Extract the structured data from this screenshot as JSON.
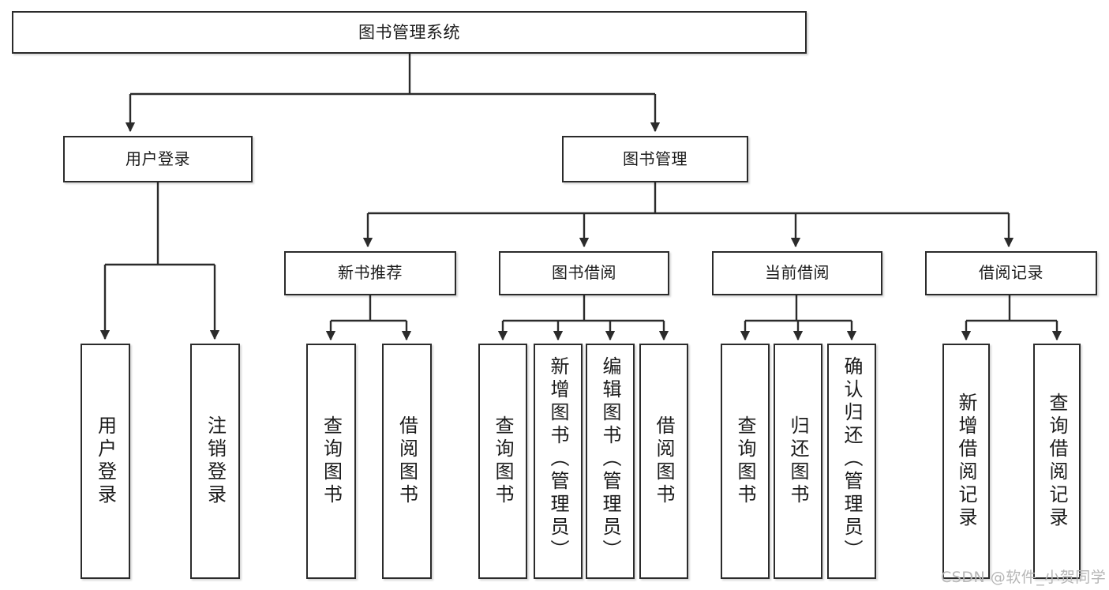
{
  "diagram": {
    "title": "图书管理系统",
    "type": "function-structure-tree",
    "line_color": "#2b2b2b",
    "box_fill": "#ffffff",
    "text_color": "#1b1b1b",
    "watermark": "CSDN @软件_小贺同学"
  },
  "nodes": {
    "root": {
      "label": "图书管理系统"
    },
    "level2": [
      {
        "id": "user-login",
        "label": "用户登录"
      },
      {
        "id": "book-manage",
        "label": "图书管理"
      }
    ],
    "level3": [
      {
        "id": "new-book-rec",
        "label": "新书推荐"
      },
      {
        "id": "book-borrow",
        "label": "图书借阅"
      },
      {
        "id": "current-borrow",
        "label": "当前借阅"
      },
      {
        "id": "borrow-record",
        "label": "借阅记录"
      }
    ],
    "leaves": {
      "user_login": [
        {
          "id": "leaf-user-login",
          "label": "用户登录"
        },
        {
          "id": "leaf-logout-login",
          "label": "注销登录"
        }
      ],
      "new_book_rec": [
        {
          "id": "leaf-query-book-1",
          "label": "查询图书"
        },
        {
          "id": "leaf-borrow-book-1",
          "label": "借阅图书"
        }
      ],
      "book_borrow": [
        {
          "id": "leaf-query-book-2",
          "label": "查询图书"
        },
        {
          "id": "leaf-add-book",
          "label": "新增图书（管理员）"
        },
        {
          "id": "leaf-edit-book",
          "label": "编辑图书（管理员）"
        },
        {
          "id": "leaf-borrow-book-2",
          "label": "借阅图书"
        }
      ],
      "current_borrow": [
        {
          "id": "leaf-query-book-3",
          "label": "查询图书"
        },
        {
          "id": "leaf-return-book",
          "label": "归还图书"
        },
        {
          "id": "leaf-confirm-return",
          "label": "确认归还（管理员）"
        }
      ],
      "borrow_record": [
        {
          "id": "leaf-add-record",
          "label": "新增借阅记录"
        },
        {
          "id": "leaf-query-record",
          "label": "查询借阅记录"
        }
      ]
    }
  }
}
